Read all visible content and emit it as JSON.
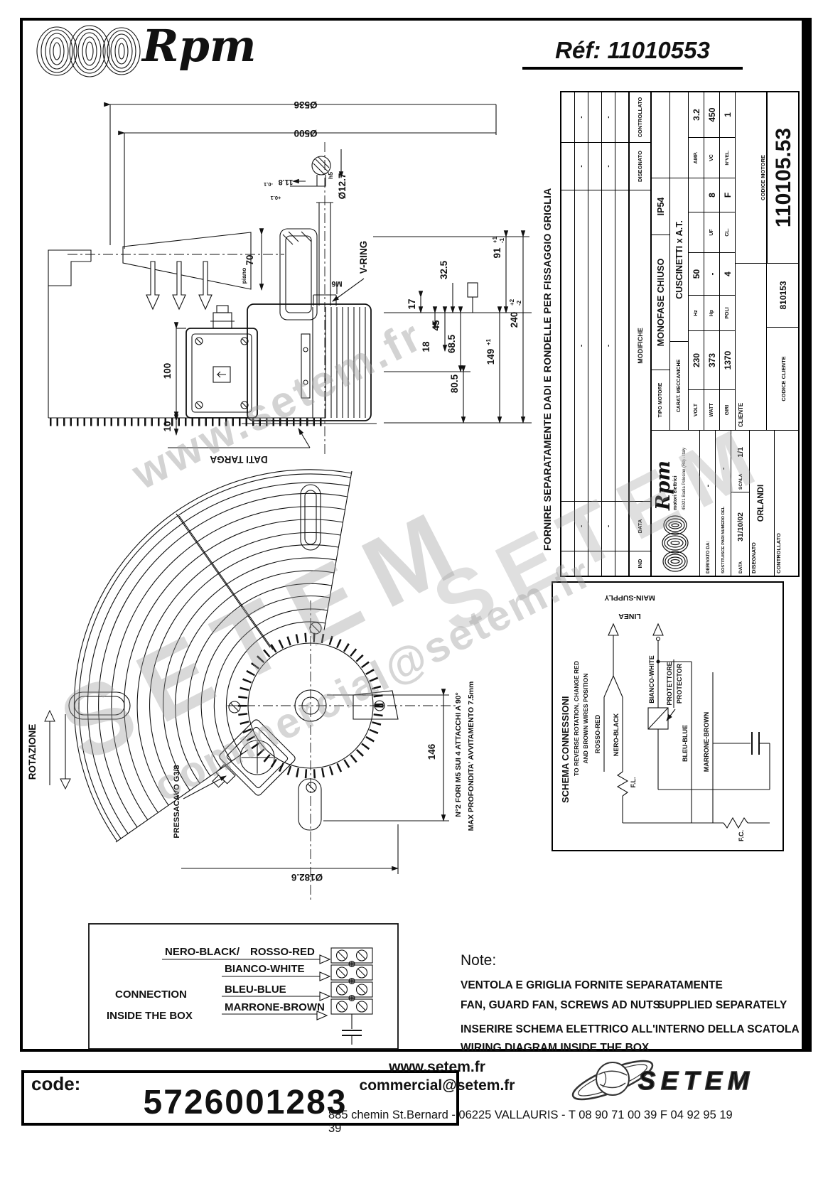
{
  "header": {
    "brand": "Rpm",
    "ref": "Réf:  11010553"
  },
  "watermark": {
    "w1": "www.setem.fr",
    "w2": "SETEM",
    "w3": "commercial@setem.fr",
    "w4": "SETEM"
  },
  "motor": {
    "d536": "Ø536",
    "d500": "Ø500",
    "d127": "Ø12.7",
    "h5": "h5",
    "d118": "11.8",
    "d118_tol": "-0.1",
    "tol_plus": "+0.1",
    "d70": "70",
    "piano": "piano",
    "vring": "V-RING",
    "m6": "M6",
    "d325": "32.5",
    "d17": "17",
    "d45": "45",
    "d685": "68.5",
    "d18": "18",
    "d805": "80.5",
    "d91": "91",
    "d91_sup": "+1",
    "d91_sub": "-1",
    "d149": "149",
    "d149_sup": "+1",
    "d240": "240",
    "d240_sup": "+2",
    "d240_sub": "-2",
    "d100": "100",
    "d10": "10",
    "dati_targa": "DATI TARGA"
  },
  "fan": {
    "rotazione": "ROTAZIONE",
    "pressacavo": "PRESSACAVO G3/8",
    "d146": "146",
    "d1826": "Ø182.6",
    "fori": "N°2 FORI M5 SUI 4 ATTACCHI A 90°",
    "prof": "MAX PROFONDITA' AVVITAMENTO 7.5mm"
  },
  "panel": {
    "fornire": "FORNIRE SEPARATAMENTE DADI E RONDELLE PER FISSAGGIO GRIGLIA",
    "rev": {
      "ind": "IND",
      "data": "DATA",
      "modifiche": "MODIFICHE",
      "disegnato": "DISEGNATO",
      "controllato": "CONTROLLATO",
      "dash": "-"
    },
    "tb": {
      "brand": "Rpm",
      "sub": "motori elettrici",
      "addr": "45021 Badia Polesine (Ro) - Italy",
      "derivato_l": "DERIVATO DA:",
      "derivato": "-",
      "sost_l": "SOSTITUISCE PARI NUMERO DEL",
      "sost": "-",
      "data_l": "DATA",
      "data": "31/10/02",
      "scala_l": "SCALA",
      "scala": "1/1",
      "disegnato_l": "DISEGNATO",
      "disegnato": "ORLANDI",
      "controllato_l": "CONTROLLATO"
    },
    "spec": {
      "tipo_l": "TIPO MOTORE",
      "tipo": "MONOFASE CHIUSO",
      "ip": "IP54",
      "carat_l": "CARAT. MECCANICHE",
      "carat": "CUSCINETTI x A.T.",
      "volt_l": "VOLT",
      "volt": "230",
      "hz_l": "Hz",
      "hz": "50",
      "amp_l": "AMP.",
      "amp": "3.2",
      "watt_l": "WATT",
      "watt": "373",
      "hp_l": "Hp",
      "hp": "-",
      "uf_l": "UF",
      "uf": "8",
      "vc_l": "VC",
      "vc": "450",
      "giri_l": "GIRI",
      "giri": "1370",
      "poli_l": "POLI",
      "poli": "4",
      "cl_l": "CL.",
      "cl": "F",
      "nvel_l": "N°VEL.",
      "nvel": "1",
      "cliente_l": "CLIENTE",
      "cod_mot_l": "CODICE MOTORE",
      "cod_mot": "110105.53",
      "cod_cli_l": "CODICE CLIENTE",
      "cod_cli": "810153"
    },
    "schema": {
      "title": "SCHEMA CONNESSIONI",
      "note1": "TO REVERSE ROTATION, CHANGE RED",
      "note2": "AND BROWN WIRES POSITION",
      "main_supply": "MAIN-SUPPLY",
      "linea": "LINEA",
      "rosso": "ROSSO-RED",
      "nero": "NERO-BLACK",
      "bianco": "BIANCO-WHITE",
      "protettore": "PROTETTORE",
      "protector": "PROTECTOR",
      "bleu": "BLEU-BLUE",
      "marrone": "MARRONE-BROWN",
      "fl": "F.L.",
      "fc": "F.C."
    }
  },
  "connection": {
    "title1": "CONNECTION",
    "title2": "INSIDE THE BOX",
    "w1a": "NERO-BLACK/",
    "w1b": "ROSSO-RED",
    "w2": "BIANCO-WHITE",
    "w3": "BLEU-BLUE",
    "w4": "MARRONE-BROWN"
  },
  "notes": {
    "title": "Note:",
    "n1": "VENTOLA E GRIGLIA FORNITE SEPARATAMENTE",
    "n2a": "FAN, GUARD FAN, SCREWS AD NUTS",
    "n2b": "SUPPLIED SEPARATELY",
    "n3": "INSERIRE SCHEMA ELETTRICO ALL'INTERNO DELLA SCATOLA",
    "n4": "WIRING DIAGRAM INSIDE THE BOX"
  },
  "footer": {
    "code_l": "code:",
    "code": "5726001283",
    "site": "www.setem.fr",
    "email": "commercial@setem.fr",
    "address": "885 chemin St.Bernard  -  06225 VALLAURIS  -  T 08 90 71 00 39   F 04 92 95 19 39",
    "logo": "SETEM"
  }
}
